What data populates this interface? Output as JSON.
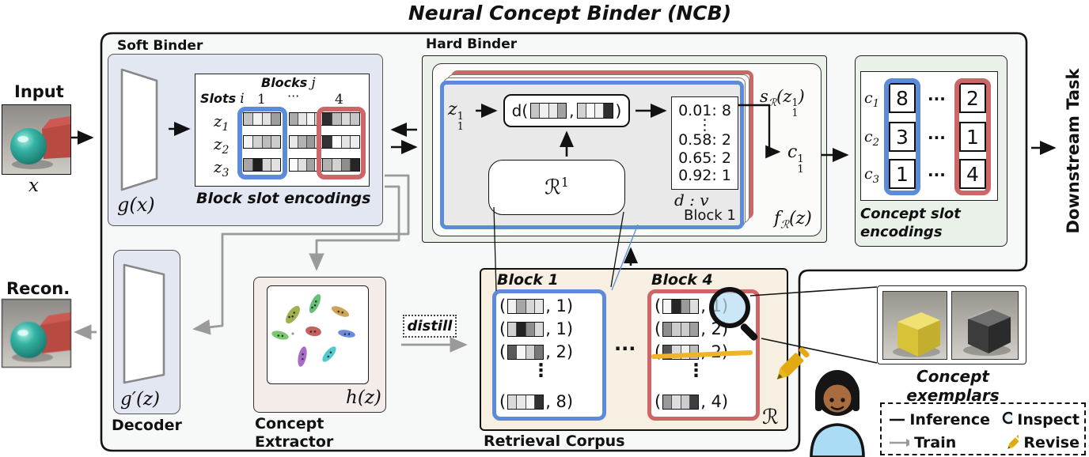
{
  "title": "Neural Concept Binder (NCB)",
  "colors": {
    "blue_highlight": "#5b8bd9",
    "red_highlight": "#cd6767",
    "yellow_revise": "#e7ab10",
    "gray_arrow": "#9a9a9a",
    "soft_binder_bg": "#e3e7f2",
    "hard_binder_bg": "#e9f1e9",
    "corpus_bg": "#f6efe2",
    "extractor_bg": "#f3ece9",
    "main_bg": "#f7f8f8"
  },
  "input": {
    "label": "Input",
    "var": "x"
  },
  "recon": {
    "label": "Recon."
  },
  "soft_binder": {
    "title": "Soft Binder",
    "encoder_label": "g(x)",
    "caption": "Block slot encodings",
    "grid": {
      "blocks_label": "Blocks",
      "blocks_var": "j",
      "slots_label": "Slots",
      "slots_var": "i",
      "cols": [
        "1",
        "···",
        "4"
      ],
      "rows": [
        {
          "base": "z",
          "sub": "1",
          "b1": [
            "#c4c4c4",
            "#f2f2f2",
            "#e2e2e2",
            "#9e9e9e"
          ],
          "mid": [
            "#aaaaaa",
            "#e6e6e6",
            "#f6f6f6",
            "#d6d6d6"
          ],
          "b4": [
            "#2e2e2e",
            "#bcbcbc",
            "#dadada",
            "#c6c6c6"
          ]
        },
        {
          "base": "z",
          "sub": "2",
          "b1": [
            "#f4f4f4",
            "#d2d2d2",
            "#bcbcbc",
            "#cccccc"
          ],
          "mid": [
            "#e8e8e8",
            "#b2b2b2",
            "#9a9a9a",
            "#dcdcdc"
          ],
          "b4": [
            "#333333",
            "#fdfdfd",
            "#e4e4e4",
            "#ececec"
          ]
        },
        {
          "base": "z",
          "sub": "3",
          "b1": [
            "#a6a6a6",
            "#1e1e1e",
            "#d8d8d8",
            "#e2e2e2"
          ],
          "mid": [
            "#fbfbfb",
            "#e0e0e0",
            "#a2a2a2",
            "#f4f4f4"
          ],
          "b4": [
            "#b2b2b2",
            "#d2d2d2",
            "#8e8e8e",
            "#262626"
          ]
        }
      ]
    }
  },
  "hard_binder": {
    "title": "Hard Binder",
    "z": {
      "base": "z",
      "sub": "1",
      "sup": "1"
    },
    "d_open": "d(",
    "comma": ",",
    "d_close": ")",
    "d_strip1": [
      "#c6c6c6",
      "#f0f0f0",
      "#eaeaea",
      "#a2a2a2"
    ],
    "d_strip2": [
      "#d2d2d2",
      "#f8f8f8",
      "#f0f0f0",
      "#2e2e2e"
    ],
    "scores": [
      "0.01: 8",
      "⋮",
      "0.58: 2",
      "0.65: 2",
      "0.92: 1"
    ],
    "dv": "d : v",
    "block": "Block 1",
    "r": {
      "base": "ℛ",
      "sup": "1"
    },
    "s": {
      "pre": "s",
      "presub": "ℛ",
      "open": "(",
      "zbase": "z",
      "zsub": "1",
      "zsup": "1",
      "close": ")"
    },
    "c": {
      "base": "c",
      "sub": "1",
      "sup": "1"
    },
    "f": {
      "pre": "f",
      "presub": "ℛ",
      "arg": "(z)"
    }
  },
  "concept_encodings": {
    "caption_line1": "Concept slot",
    "caption_line2": "encodings",
    "dots": "···",
    "rows": [
      {
        "base": "c",
        "sub": "1",
        "left": "8",
        "right": "2"
      },
      {
        "base": "c",
        "sub": "2",
        "left": "3",
        "right": "1"
      },
      {
        "base": "c",
        "sub": "3",
        "left": "1",
        "right": "4"
      }
    ]
  },
  "downstream": {
    "label": "Downstream Task"
  },
  "decoder": {
    "label": "Decoder",
    "var": "g′(z)"
  },
  "extractor": {
    "line1": "Concept",
    "line2": "Extractor",
    "var": "h(z)"
  },
  "distill": {
    "label": "distill"
  },
  "corpus": {
    "title": "Retrieval Corpus",
    "r": "ℛ",
    "dots": "···",
    "vdots": "⋮",
    "block1": {
      "label": "Block 1",
      "rows": [
        {
          "open": "(",
          "strip": [
            "#f0f0f0",
            "#a6a6a6",
            "#d6d6d6",
            "#e6e6e6"
          ],
          "suffix": ", 1)"
        },
        {
          "open": "(",
          "strip": [
            "#d2d2d2",
            "#222222",
            "#8e8e8e",
            "#dadada"
          ],
          "suffix": ", 1)"
        },
        {
          "open": "(",
          "strip": [
            "#5a5a5a",
            "#f6f6f6",
            "#d2d2d2",
            "#787878"
          ],
          "suffix": ", 2)"
        },
        {
          "open": "(",
          "strip": [
            "#dadada",
            "#e8e8e8",
            "#f6f6f6",
            "#303030"
          ],
          "suffix": ", 8)"
        }
      ]
    },
    "block4": {
      "label": "Block 4",
      "rows": [
        {
          "open": "(",
          "strip": [
            "#f6f6f6",
            "#262626",
            "#9a9a9a",
            "#dedede"
          ],
          "suffix": ", 1)"
        },
        {
          "open": "(",
          "strip": [
            "#8e8e8e",
            "#cccccc",
            "#cccccc",
            "#9e9e9e"
          ],
          "suffix": ", 2)"
        },
        {
          "open": "(",
          "strip": [
            "#565656",
            "#dcdcdc",
            "#eeeeee",
            "#bcbcbc"
          ],
          "suffix": ", 2)"
        },
        {
          "open": "(",
          "strip": [
            "#9a9a9a",
            "#dedede",
            "#cccccc",
            "#3e3e3e"
          ],
          "suffix": ", 4)"
        }
      ]
    }
  },
  "exemplars": {
    "caption": "Concept exemplars"
  },
  "legend": {
    "inference": "Inference",
    "train": "Train",
    "inspect": "Inspect",
    "revise": "Revise"
  }
}
